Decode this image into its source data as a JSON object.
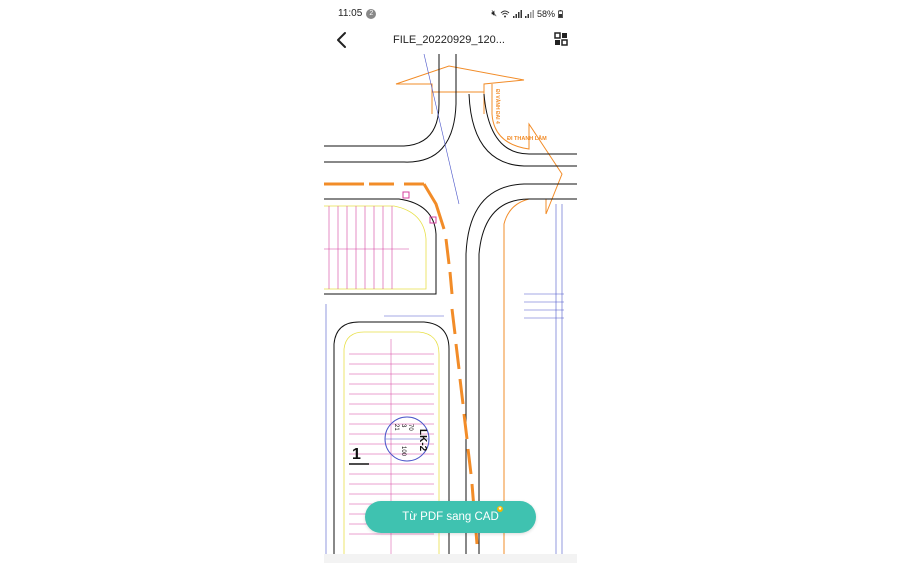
{
  "status": {
    "time": "11:05",
    "notification_count": "2",
    "battery": "58%"
  },
  "toolbar": {
    "title": "FILE_20220929_120..."
  },
  "drawing": {
    "label_road_top": "ĐI VÀNH ĐAI 4",
    "label_road_right": "ĐI THANH LÂM",
    "block_id": "LK-2",
    "block_values": [
      "21",
      "3",
      "70",
      "100"
    ],
    "zone_number": "1"
  },
  "cta": {
    "label": "Từ PDF sang CAD"
  },
  "colors": {
    "accent": "#3fc2b0",
    "orange": "#f28c28",
    "magenta": "#d6409f",
    "blue": "#4a55c9",
    "yellow": "#e8e04a"
  }
}
